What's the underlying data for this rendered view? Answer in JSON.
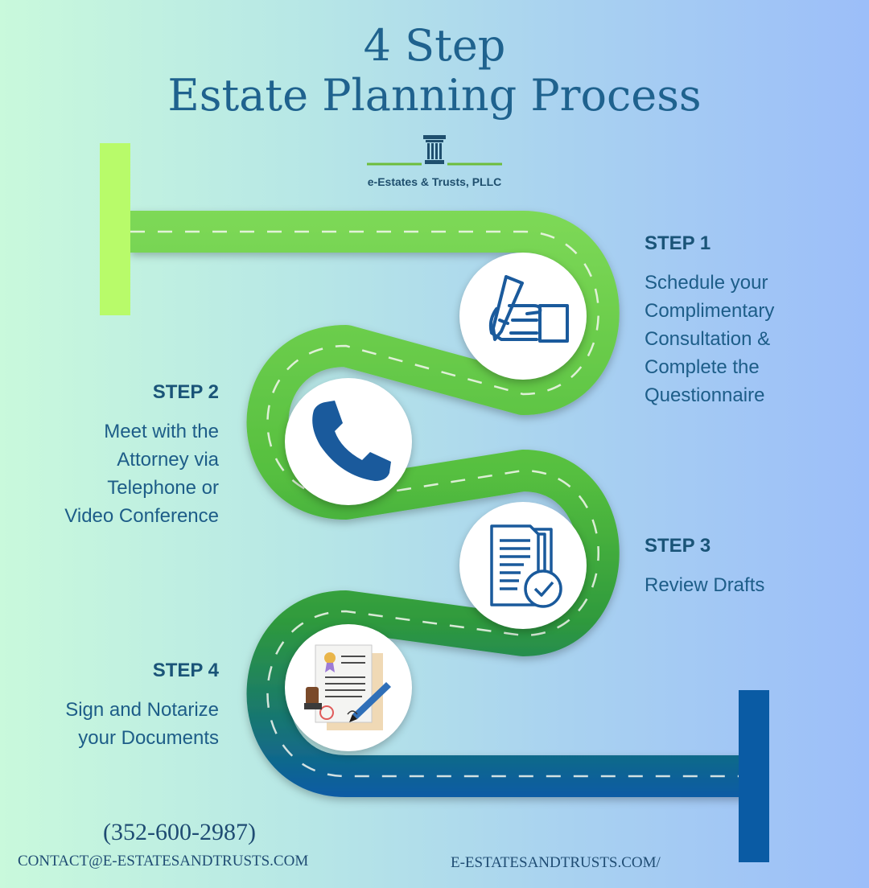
{
  "title": {
    "line1": "4 Step",
    "line2": "Estate Planning Process"
  },
  "logo": {
    "text": "e-Estates & Trusts, PLLC",
    "icon": "pillar-icon"
  },
  "steps": [
    {
      "label": "STEP 1",
      "text": "Schedule your\nComplimentary\nConsultation &\nComplete the\nQuestionnaire",
      "icon": "hand-writing-icon"
    },
    {
      "label": "STEP 2",
      "text": "Meet with the\nAttorney via\nTelephone or\nVideo Conference",
      "icon": "phone-icon"
    },
    {
      "label": "STEP 3",
      "text": "Review Drafts",
      "icon": "document-check-icon"
    },
    {
      "label": "STEP 4",
      "text": "Sign and Notarize\nyour Documents",
      "icon": "signed-document-icon"
    }
  ],
  "contact": {
    "phone": "(352-600-2987)",
    "email": "CONTACT@E-ESTATESANDTRUSTS.COM",
    "website": "E-ESTATESANDTRUSTS.COM/"
  },
  "colors": {
    "title": "#1f628e",
    "road_top": "#7ed957",
    "road_mid": "#3ea83a",
    "road_bottom": "#0a5ba4",
    "start_post": "#b8fb6a",
    "end_post": "#0a5ba4",
    "icon_blue": "#1a5a9c"
  }
}
